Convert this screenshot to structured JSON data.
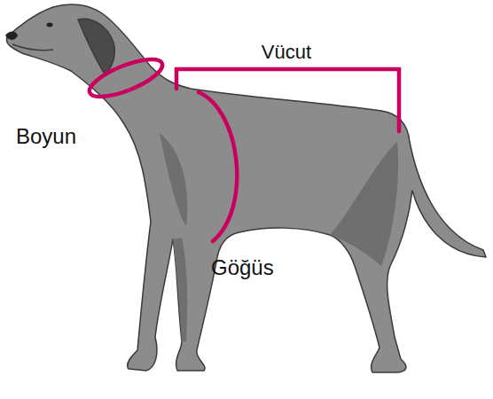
{
  "diagram": {
    "labels": [
      "Vücut",
      "Boyun",
      "Göğüs"
    ]
  }
}
